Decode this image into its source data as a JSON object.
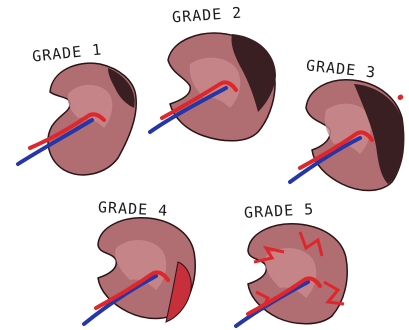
{
  "grades": [
    {
      "label": "GRADE 1"
    },
    {
      "label": "GRADE 2"
    },
    {
      "label": "GRADE 3"
    },
    {
      "label": "GRADE 4"
    },
    {
      "label": "GRADE 5"
    }
  ],
  "colors": {
    "kidney": "#b06d72",
    "kidney_inner": "#c98a8d",
    "hematoma": "#3a1f22",
    "outline": "#2a1416",
    "artery": "#e0262a",
    "vein": "#2436a8"
  }
}
